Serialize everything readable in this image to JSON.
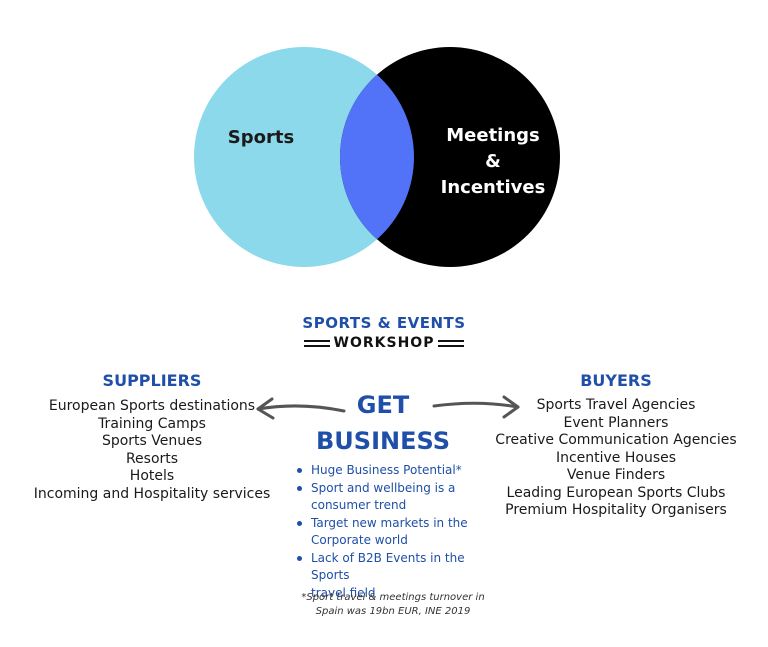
{
  "venn": {
    "left_label": "Sports",
    "right_label_lines": [
      "Meetings",
      "&",
      "Incentives"
    ],
    "colors": {
      "left": "#8bd9ea",
      "right": "#000000",
      "overlap": "#5272f8"
    }
  },
  "brand": {
    "title": "SPORTS & EVENTS",
    "subtitle": "WORKSHOP"
  },
  "suppliers": {
    "heading": "SUPPLIERS",
    "items": [
      "European Sports destinations",
      "Training Camps",
      "Sports Venues",
      "Resorts",
      "Hotels",
      "Incoming and Hospitality services"
    ]
  },
  "buyers": {
    "heading": "BUYERS",
    "items": [
      "Sports Travel Agencies",
      "Event Planners",
      "Creative Communication Agencies",
      "Incentive Houses",
      "Venue Finders",
      "Leading European Sports Clubs",
      "Premium Hospitality Organisers"
    ]
  },
  "center": {
    "line1": "GET",
    "line2": "BUSINESS",
    "bullets": [
      [
        "Huge Business Potential*"
      ],
      [
        "Sport and wellbeing is a",
        "consumer trend"
      ],
      [
        "Target new markets in the",
        "Corporate world"
      ],
      [
        "Lack of B2B Events in the Sports",
        "travel field"
      ]
    ],
    "footnote_lines": [
      "*Sport travel & meetings  turnover in",
      "Spain was 19bn EUR, INE 2019"
    ]
  },
  "colors": {
    "accent": "#1f4fa8",
    "arrow": "#555555"
  }
}
